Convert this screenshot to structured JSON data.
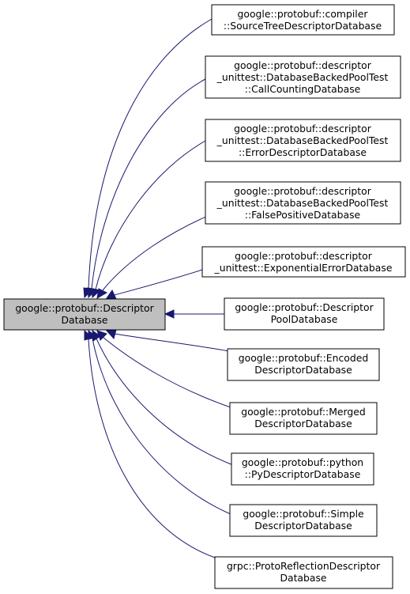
{
  "base_class": {
    "lines": [
      "google::protobuf::Descriptor",
      "Database"
    ]
  },
  "derived_classes": [
    {
      "lines": [
        "google::protobuf::compiler",
        "::SourceTreeDescriptorDatabase"
      ]
    },
    {
      "lines": [
        "google::protobuf::descriptor",
        "_unittest::DatabaseBackedPoolTest",
        "::CallCountingDatabase"
      ]
    },
    {
      "lines": [
        "google::protobuf::descriptor",
        "_unittest::DatabaseBackedPoolTest",
        "::ErrorDescriptorDatabase"
      ]
    },
    {
      "lines": [
        "google::protobuf::descriptor",
        "_unittest::DatabaseBackedPoolTest",
        "::FalsePositiveDatabase"
      ]
    },
    {
      "lines": [
        "google::protobuf::descriptor",
        "_unittest::ExponentialErrorDatabase"
      ]
    },
    {
      "lines": [
        "google::protobuf::Descriptor",
        "PoolDatabase"
      ]
    },
    {
      "lines": [
        "google::protobuf::Encoded",
        "DescriptorDatabase"
      ]
    },
    {
      "lines": [
        "google::protobuf::Merged",
        "DescriptorDatabase"
      ]
    },
    {
      "lines": [
        "google::protobuf::python",
        "::PyDescriptorDatabase"
      ]
    },
    {
      "lines": [
        "google::protobuf::Simple",
        "DescriptorDatabase"
      ]
    },
    {
      "lines": [
        "grpc::ProtoReflectionDescriptor",
        "Database"
      ]
    }
  ],
  "colors": {
    "edge": "#191970",
    "base_fill": "#bfbfbf",
    "node_fill": "#ffffff",
    "border": "#000000"
  }
}
